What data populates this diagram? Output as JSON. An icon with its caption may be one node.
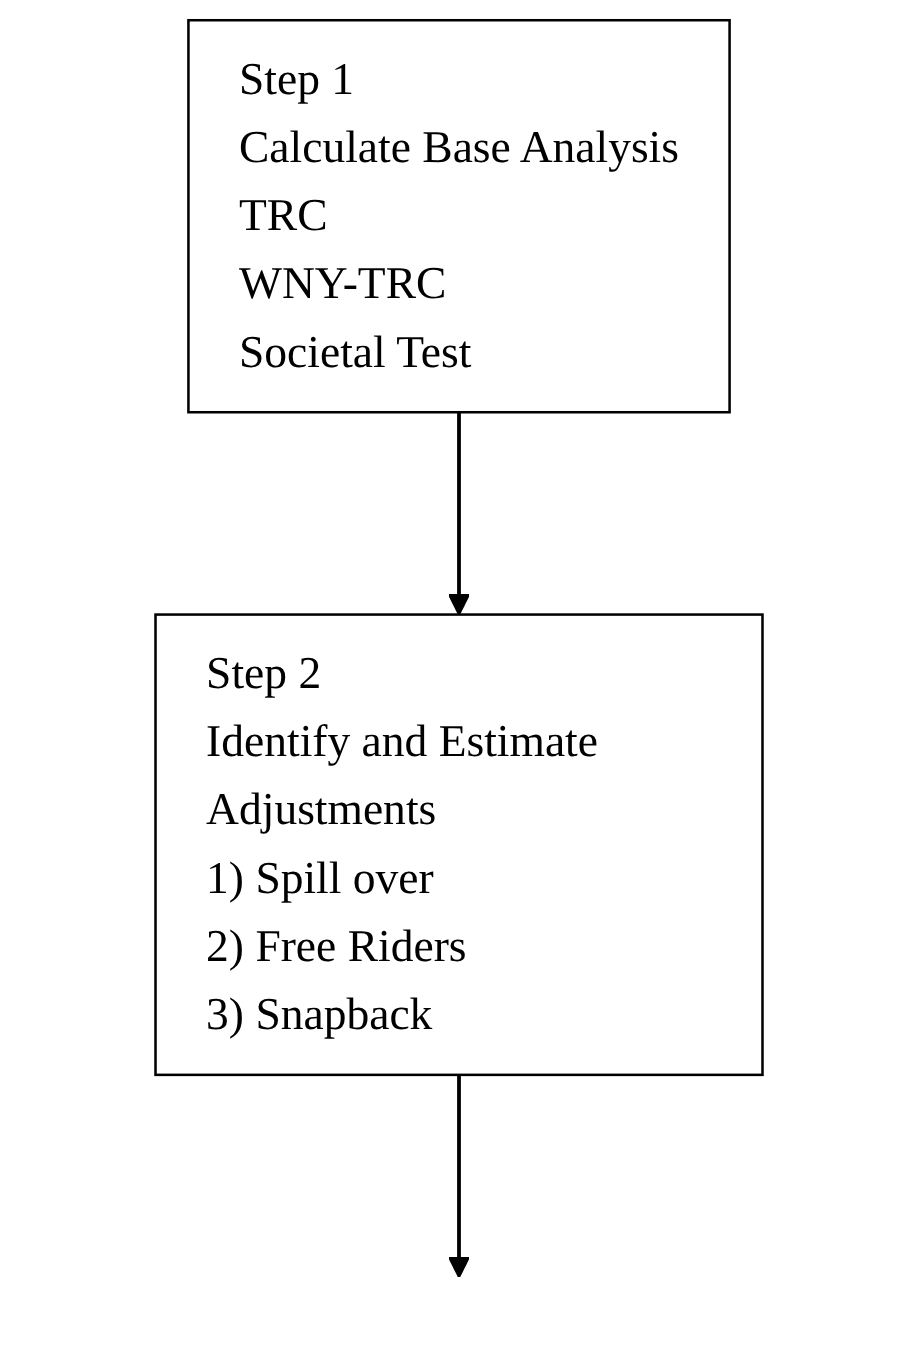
{
  "diagram": {
    "nodes": [
      {
        "text": [
          "Step 1",
          "Calculate Base Analysis",
          "TRC",
          "WNY-TRC",
          "Societal Test"
        ]
      },
      {
        "text": [
          "Step 2",
          "Identify and Estimate Adjustments",
          "1) Spill over",
          "2) Free Riders",
          "3) Snapback"
        ]
      }
    ],
    "edges": [
      {
        "from": 0,
        "to": 1,
        "arrow": "to"
      },
      {
        "from": 1,
        "to": null,
        "arrow": "to"
      }
    ]
  }
}
